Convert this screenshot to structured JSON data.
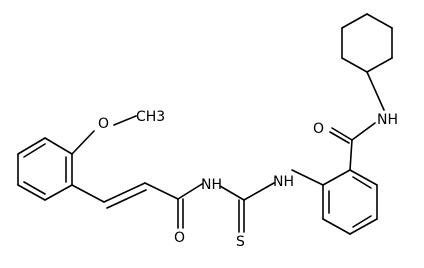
{
  "molecule": {
    "atom_labels": {
      "methoxy_o": "O",
      "methyl": "CH3",
      "amide_nh": "NH",
      "thiourea_nh": "NH",
      "thione_s": "S",
      "acyl_o": "O",
      "benzamide_o": "O",
      "benzamide_nh": "NH"
    },
    "colors": {
      "bonds": "#000000",
      "labels": "#000000",
      "background": "#ffffff"
    }
  }
}
